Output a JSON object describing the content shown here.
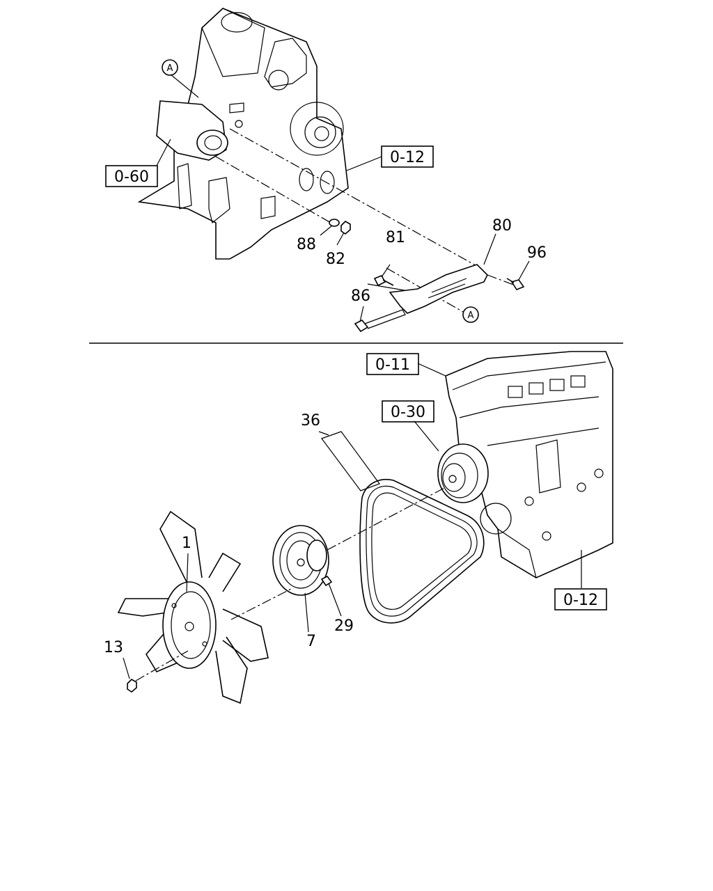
{
  "top_section": {
    "ref_boxes": [
      "0-60",
      "0-12"
    ],
    "circle_marks": [
      "A",
      "A"
    ],
    "callouts": [
      "88",
      "82",
      "81",
      "80",
      "96",
      "86"
    ]
  },
  "bottom_section": {
    "ref_boxes": [
      "0-11",
      "0-30",
      "0-12"
    ],
    "callouts": [
      "36",
      "1",
      "13",
      "7",
      "29"
    ]
  }
}
